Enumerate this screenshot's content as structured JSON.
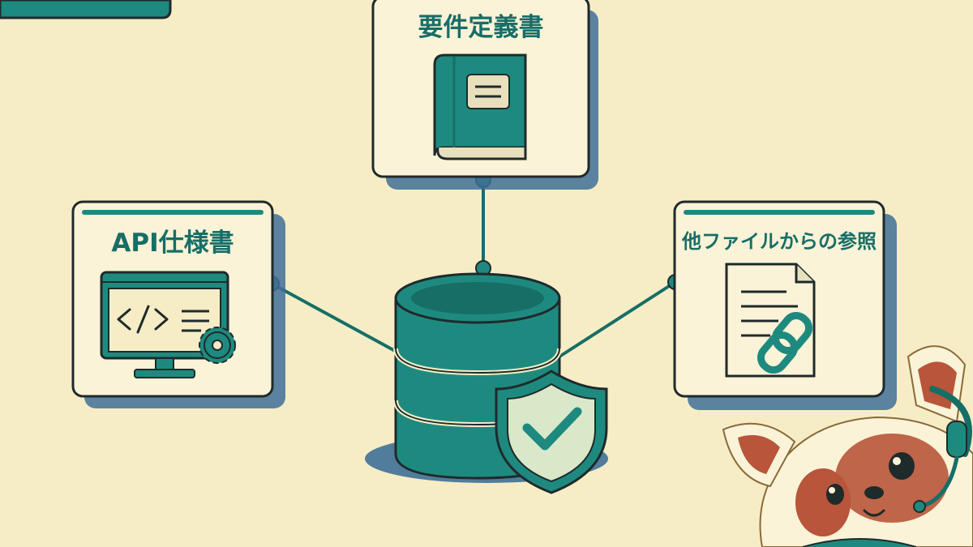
{
  "corner_tag": {
    "text": ""
  },
  "cards": {
    "requirements": {
      "label": "要件定義書",
      "icon": "book-icon"
    },
    "api_spec": {
      "label": "API仕様書",
      "icon": "code-monitor-gear-icon"
    },
    "external_refs": {
      "label": "他ファイルからの参照",
      "icon": "document-link-icon"
    }
  },
  "center": {
    "icon": "database-icon",
    "badge_icon": "shield-check-icon"
  },
  "mascot": {
    "icon": "red-panda-headset-icon"
  },
  "colors": {
    "background": "#f6edc6",
    "teal": "#1e8a7f",
    "teal_dark": "#176e67",
    "shadow_blue": "#3f6f96",
    "outline": "#1f2a2b",
    "card_fill": "#fbf3d7"
  }
}
